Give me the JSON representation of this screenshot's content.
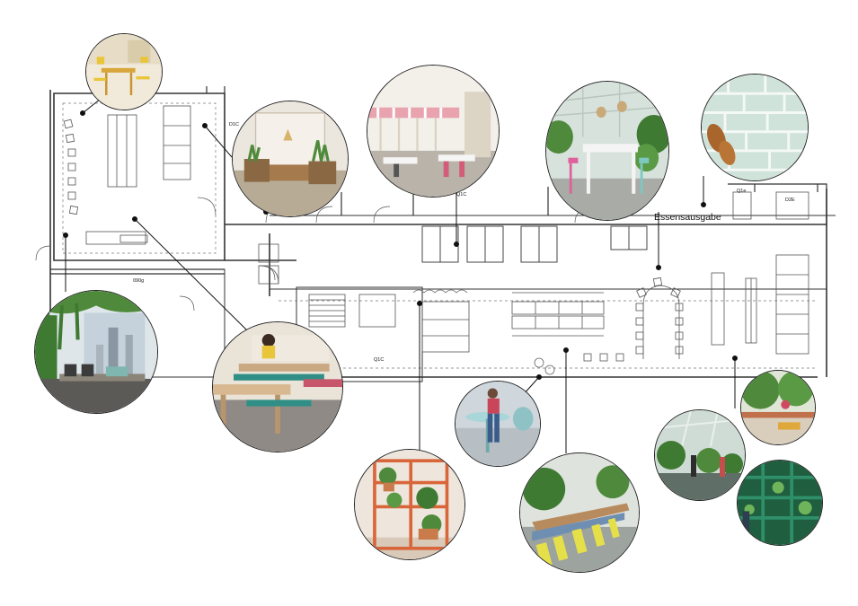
{
  "labels": {
    "serving_area": "Essensausgabe"
  },
  "room_tags": [
    "D1C",
    "090g",
    "Q1C",
    "Q1C",
    "D2E",
    "Q1e"
  ],
  "photos": [
    {
      "name": "photo-yellow-chairs-cafe",
      "subject": "yellow chairs at small tables"
    },
    {
      "name": "photo-booths-with-plants",
      "subject": "wooden booths with planters"
    },
    {
      "name": "photo-pink-striped-awning",
      "subject": "striped awning over seating"
    },
    {
      "name": "photo-greenhouse-high-tables",
      "subject": "greenhouse with high tables"
    },
    {
      "name": "photo-tiled-wall-bread",
      "subject": "mint tiled wall with bread"
    },
    {
      "name": "photo-window-seating-plants",
      "subject": "window bench with hanging plants"
    },
    {
      "name": "photo-bench-tables-teal",
      "subject": "wooden bench tables with teal cushions"
    },
    {
      "name": "photo-orange-shelving-plants",
      "subject": "orange shelving with plants"
    },
    {
      "name": "photo-round-table-person",
      "subject": "person at round table"
    },
    {
      "name": "photo-yellow-chairs-long-table",
      "subject": "yellow chairs at long table"
    },
    {
      "name": "photo-greenhouse-people",
      "subject": "people in greenhouse"
    },
    {
      "name": "photo-trees-rooftop",
      "subject": "rooftop terrace with trees"
    },
    {
      "name": "photo-green-wall-shelving",
      "subject": "green wall shelving"
    }
  ],
  "colors": {
    "line": "#222222",
    "plan_line": "#555555",
    "accent_yellow": "#e9c53a",
    "accent_teal": "#2f8f86",
    "accent_orange": "#d9663a",
    "plant_green": "#4f8a3c"
  }
}
